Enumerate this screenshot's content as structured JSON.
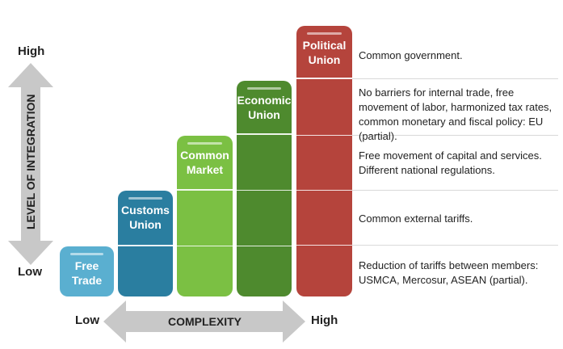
{
  "y_axis": {
    "high": "High",
    "low": "Low",
    "label": "LEVEL OF INTEGRATION"
  },
  "x_axis": {
    "low": "Low",
    "high": "High",
    "label": "COMPLEXITY"
  },
  "stages": [
    {
      "name": "Free\nTrade",
      "color": "#5aafd0"
    },
    {
      "name": "Customs\nUnion",
      "color": "#2a7ea0"
    },
    {
      "name": "Common\nMarket",
      "color": "#7bc043"
    },
    {
      "name": "Economic\nUnion",
      "color": "#4e8a2e"
    },
    {
      "name": "Political\nUnion",
      "color": "#b5443c"
    }
  ],
  "descriptions": [
    "Common government.",
    "No barriers for internal trade, free movement of labor, harmonized tax rates, common monetary and fiscal policy: EU (partial).",
    "Free movement of capital and services. Different national regulations.",
    "Common external tariffs.",
    "Reduction of tariffs between members: USMCA, Mercosur, ASEAN (partial)."
  ]
}
